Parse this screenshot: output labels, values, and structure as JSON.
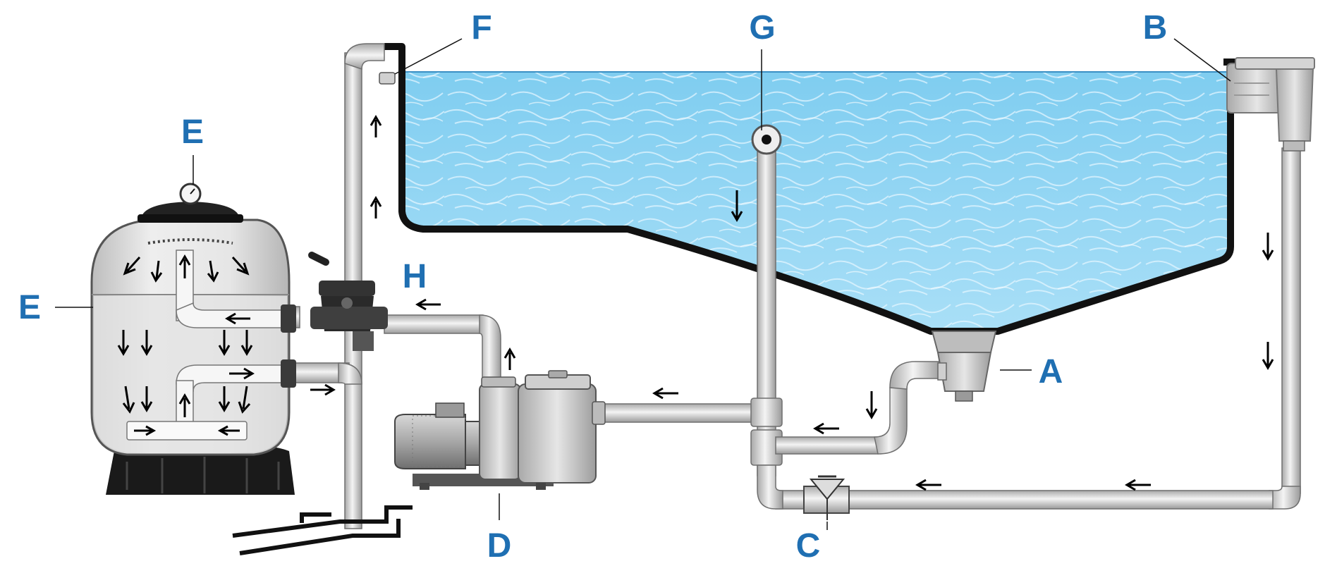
{
  "labels": {
    "a": "A",
    "b": "B",
    "c": "C",
    "d": "D",
    "e_top": "E",
    "e_left": "E",
    "f": "F",
    "g": "G",
    "h": "H"
  },
  "colors": {
    "label": "#1f6fb2",
    "water_light": "#bfe7fb",
    "water_dark": "#5cbde9",
    "pool_wall": "#111111",
    "pipe": "#dcdcdc",
    "pipe_stroke": "#6f6f6f",
    "arrow": "#000000"
  },
  "components": [
    "filter-tank",
    "pump",
    "multiport-valve",
    "main-drain",
    "skimmer",
    "check-valve",
    "return-inlet",
    "vacuum-point"
  ]
}
